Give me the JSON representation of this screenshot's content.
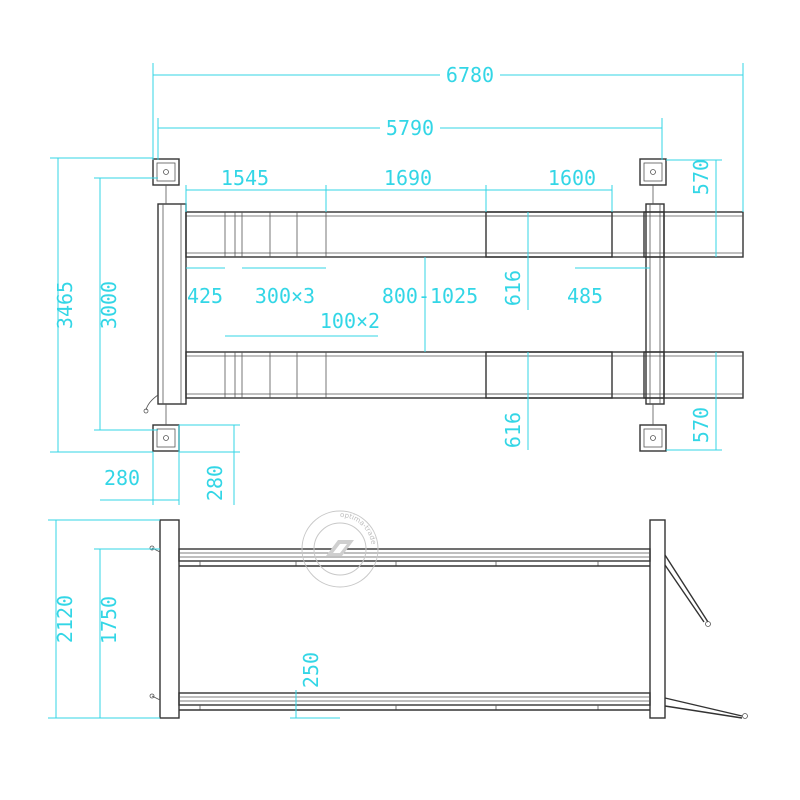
{
  "watermark": {
    "text": "optima-trade"
  },
  "dimensions": {
    "overall_length": "6780",
    "column_span": "5790",
    "seg_front": "1545",
    "seg_mid": "1690",
    "seg_rear": "1600",
    "col_offset_top": "570",
    "col_offset_bottom": "570",
    "overall_width": "3465",
    "inner_width": "3000",
    "runway_gap": "800-1025",
    "runway_width_a": "616",
    "runway_width_b": "616",
    "slot_a": "425",
    "slot_pitch": "300×3",
    "slot_b": "100×2",
    "rear_end": "485",
    "base_w": "280",
    "base_h": "280",
    "height_total": "2120",
    "height_lift": "1750",
    "height_low": "250"
  }
}
